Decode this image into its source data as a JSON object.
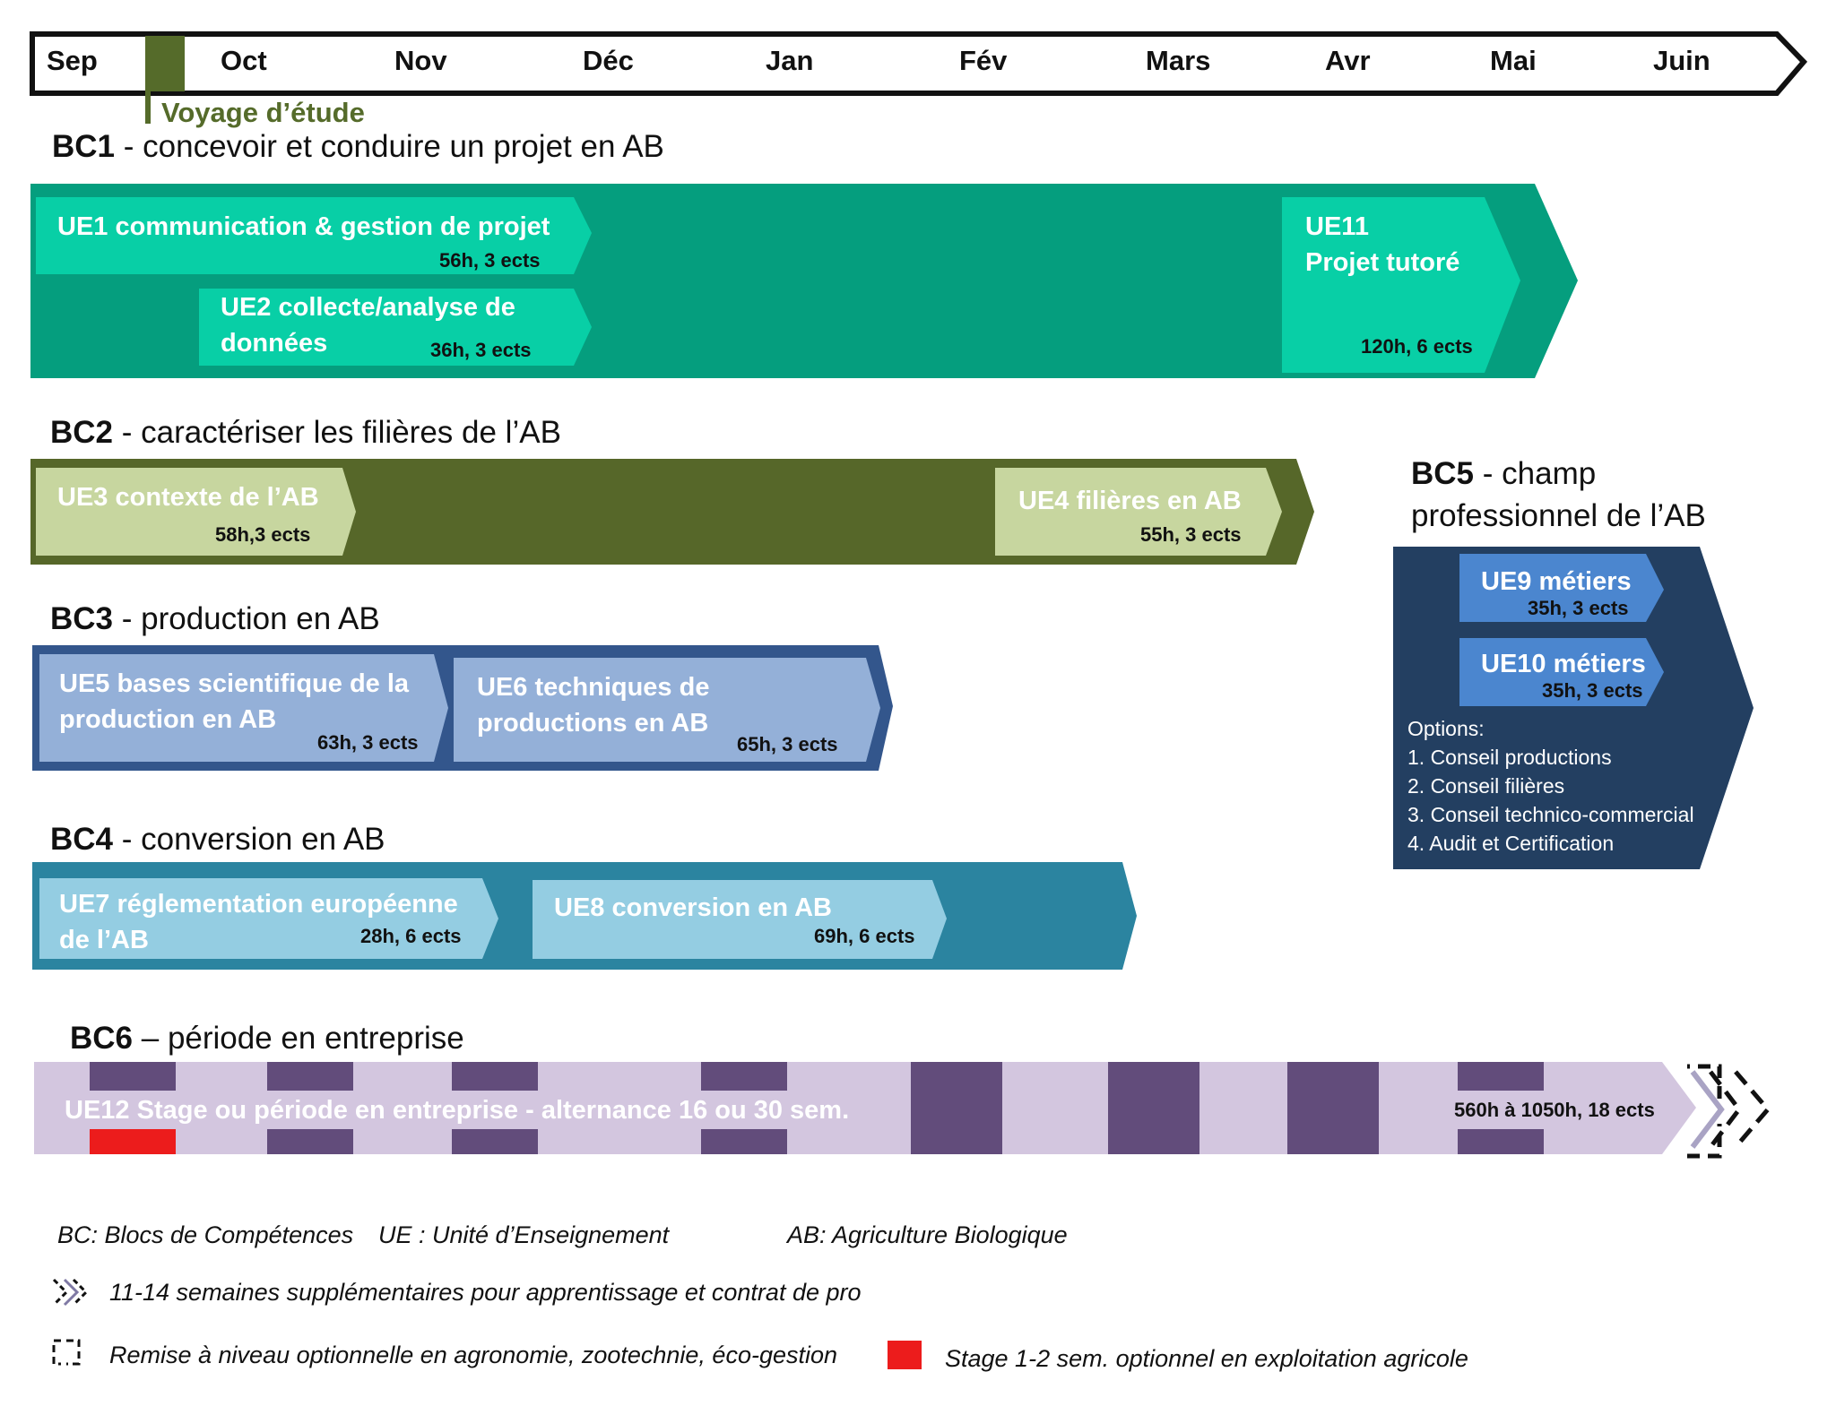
{
  "timeline": {
    "months": [
      "Sep",
      "Oct",
      "Nov",
      "Déc",
      "Jan",
      "Fév",
      "Mars",
      "Avr",
      "Mai",
      "Juin"
    ],
    "voyage_label": "Voyage d’étude"
  },
  "colors": {
    "bc1_band": "#059e7e",
    "bc1_ue": "#08cfa6",
    "bc2_band": "#566729",
    "bc2_ue": "#c7d69f",
    "bc3_band": "#33568c",
    "bc3_ue": "#94b0d8",
    "bc4_band": "#2b84a0",
    "bc4_ue": "#94cde2",
    "bc5_band": "#233f61",
    "bc5_ue": "#4b86cf",
    "bc6_band": "#d3c6df",
    "bc6_block": "#624c7b",
    "stage_red": "#ec1c1c",
    "voyage": "#556b2a"
  },
  "bc1": {
    "code": "BC1",
    "title": " - concevoir et conduire un projet en AB",
    "ue1": {
      "title": "UE1 communication & gestion de projet",
      "hours": "56h, 3 ects"
    },
    "ue2": {
      "line1": "UE2 collecte/analyse de",
      "line2": "données",
      "hours": "36h, 3 ects"
    },
    "ue11": {
      "line1": "UE11",
      "line2": "Projet tutoré",
      "hours": "120h, 6 ects"
    }
  },
  "bc2": {
    "code": "BC2",
    "title": " - caractériser les filières de l’AB",
    "ue3": {
      "title": "UE3 contexte de l’AB",
      "hours": "58h,3 ects"
    },
    "ue4": {
      "title": "UE4 filières en AB",
      "hours": "55h, 3 ects"
    }
  },
  "bc3": {
    "code": "BC3",
    "title": " - production en AB",
    "ue5": {
      "line1": "UE5 bases scientifique de la",
      "line2": "production en AB",
      "hours": "63h, 3 ects"
    },
    "ue6": {
      "line1": "UE6 techniques de",
      "line2": "productions en AB",
      "hours": "65h, 3 ects"
    }
  },
  "bc4": {
    "code": "BC4",
    "title": " - conversion en AB",
    "ue7": {
      "line1": "UE7  réglementation européenne",
      "line2": "de l’AB",
      "hours": "28h, 6 ects"
    },
    "ue8": {
      "title": "UE8  conversion en AB",
      "hours": "69h, 6 ects"
    }
  },
  "bc5": {
    "code": "BC5",
    "title_line1": " - champ",
    "title_line2": "professionnel de l’AB",
    "ue9": {
      "title": "UE9 métiers",
      "hours": "35h, 3 ects"
    },
    "ue10": {
      "title": "UE10 métiers",
      "hours": "35h, 3 ects"
    },
    "options_title": "Options:",
    "options": [
      "1. Conseil productions",
      "2. Conseil filières",
      "3. Conseil technico-commercial",
      "4. Audit et Certification"
    ]
  },
  "bc6": {
    "code": "BC6",
    "title": " – période en entreprise",
    "ue12": "UE12 Stage ou période en entreprise - alternance 16 ou 30 sem.",
    "hours": "560h à 1050h, 18 ects"
  },
  "legend": {
    "abbr_bc": "BC: Blocs de Compétences",
    "abbr_ue": "UE : Unité d’Enseignement",
    "abbr_ab": "AB: Agriculture Biologique",
    "chevron_text": "11-14 semaines supplémentaires pour apprentissage et contrat de pro",
    "bracket_text": "Remise à niveau optionnelle en agronomie, zootechnie, éco-gestion",
    "red_text": "Stage 1-2 sem. optionnel en exploitation agricole"
  }
}
